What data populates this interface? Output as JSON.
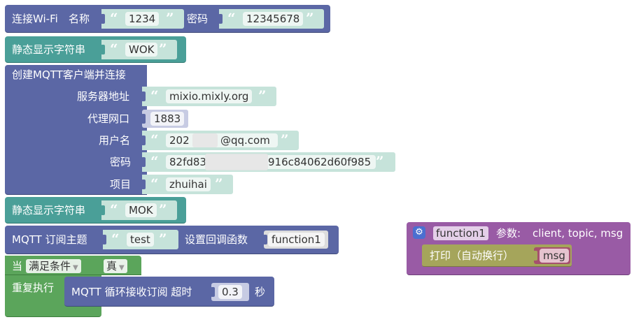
{
  "wifi": {
    "label": "连接Wi-Fi",
    "name_label": "名称",
    "name_value": "1234",
    "pwd_label": "密码",
    "pwd_value": "12345678"
  },
  "show1": {
    "label": "静态显示字符串",
    "value": "WOK"
  },
  "mqtt_connect": {
    "label": "创建MQTT客户端并连接",
    "server_label": "服务器地址",
    "server_value": "mixio.mixly.org",
    "port_label": "代理网口",
    "port_value": "1883",
    "user_label": "用户名",
    "user_value_a": "202",
    "user_value_b": "@qq.com",
    "pwd_label": "密码",
    "pwd_value_a": "82fd83",
    "pwd_value_b": "916c84062d60f985",
    "project_label": "项目",
    "project_value": "zhuihai"
  },
  "show2": {
    "label": "静态显示字符串",
    "value": "MOK"
  },
  "subscribe": {
    "label": "MQTT 订阅主题",
    "topic": "test",
    "callback_label": "设置回调函数",
    "callback_value": "function1"
  },
  "loop": {
    "label": "当",
    "condition": "满足条件",
    "bool": "真",
    "do_label": "重复执行"
  },
  "check": {
    "label": "MQTT 循环接收订阅 超时",
    "timeout": "0.3",
    "unit": "秒"
  },
  "func": {
    "name": "function1",
    "params_label": "参数:",
    "params": "client, topic, msg",
    "print_label": "打印（自动换行）",
    "print_arg": "msg"
  },
  "colors": {
    "io": "#5b67a5",
    "display": "#4a9f98",
    "control": "#5ba55b",
    "procedure": "#995ba5",
    "text": "#a5a55b"
  },
  "icons": {
    "gear": "gear-icon"
  }
}
